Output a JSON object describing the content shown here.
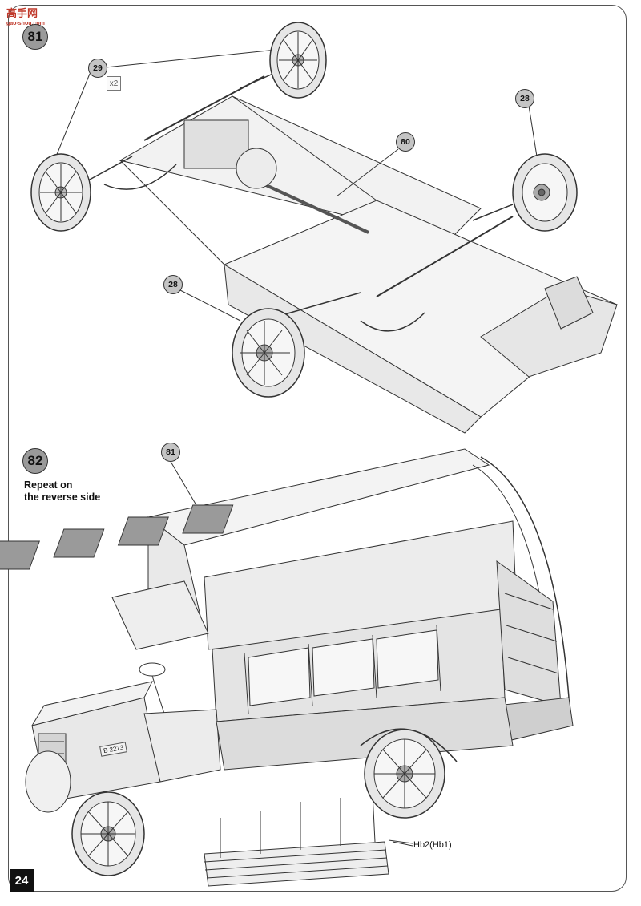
{
  "watermark": {
    "text": "高手网",
    "url": "gao-shou.com"
  },
  "steps": [
    {
      "number": "81",
      "callouts": [
        "29",
        "28",
        "80",
        "28"
      ],
      "quantity": "x2"
    },
    {
      "number": "82",
      "note_line1": "Repeat on",
      "note_line2": "the reverse side",
      "callouts": [
        "81"
      ],
      "part_label": "Hb2(Hb1)",
      "plate_text": "B 2273"
    }
  ],
  "page_number": "24"
}
